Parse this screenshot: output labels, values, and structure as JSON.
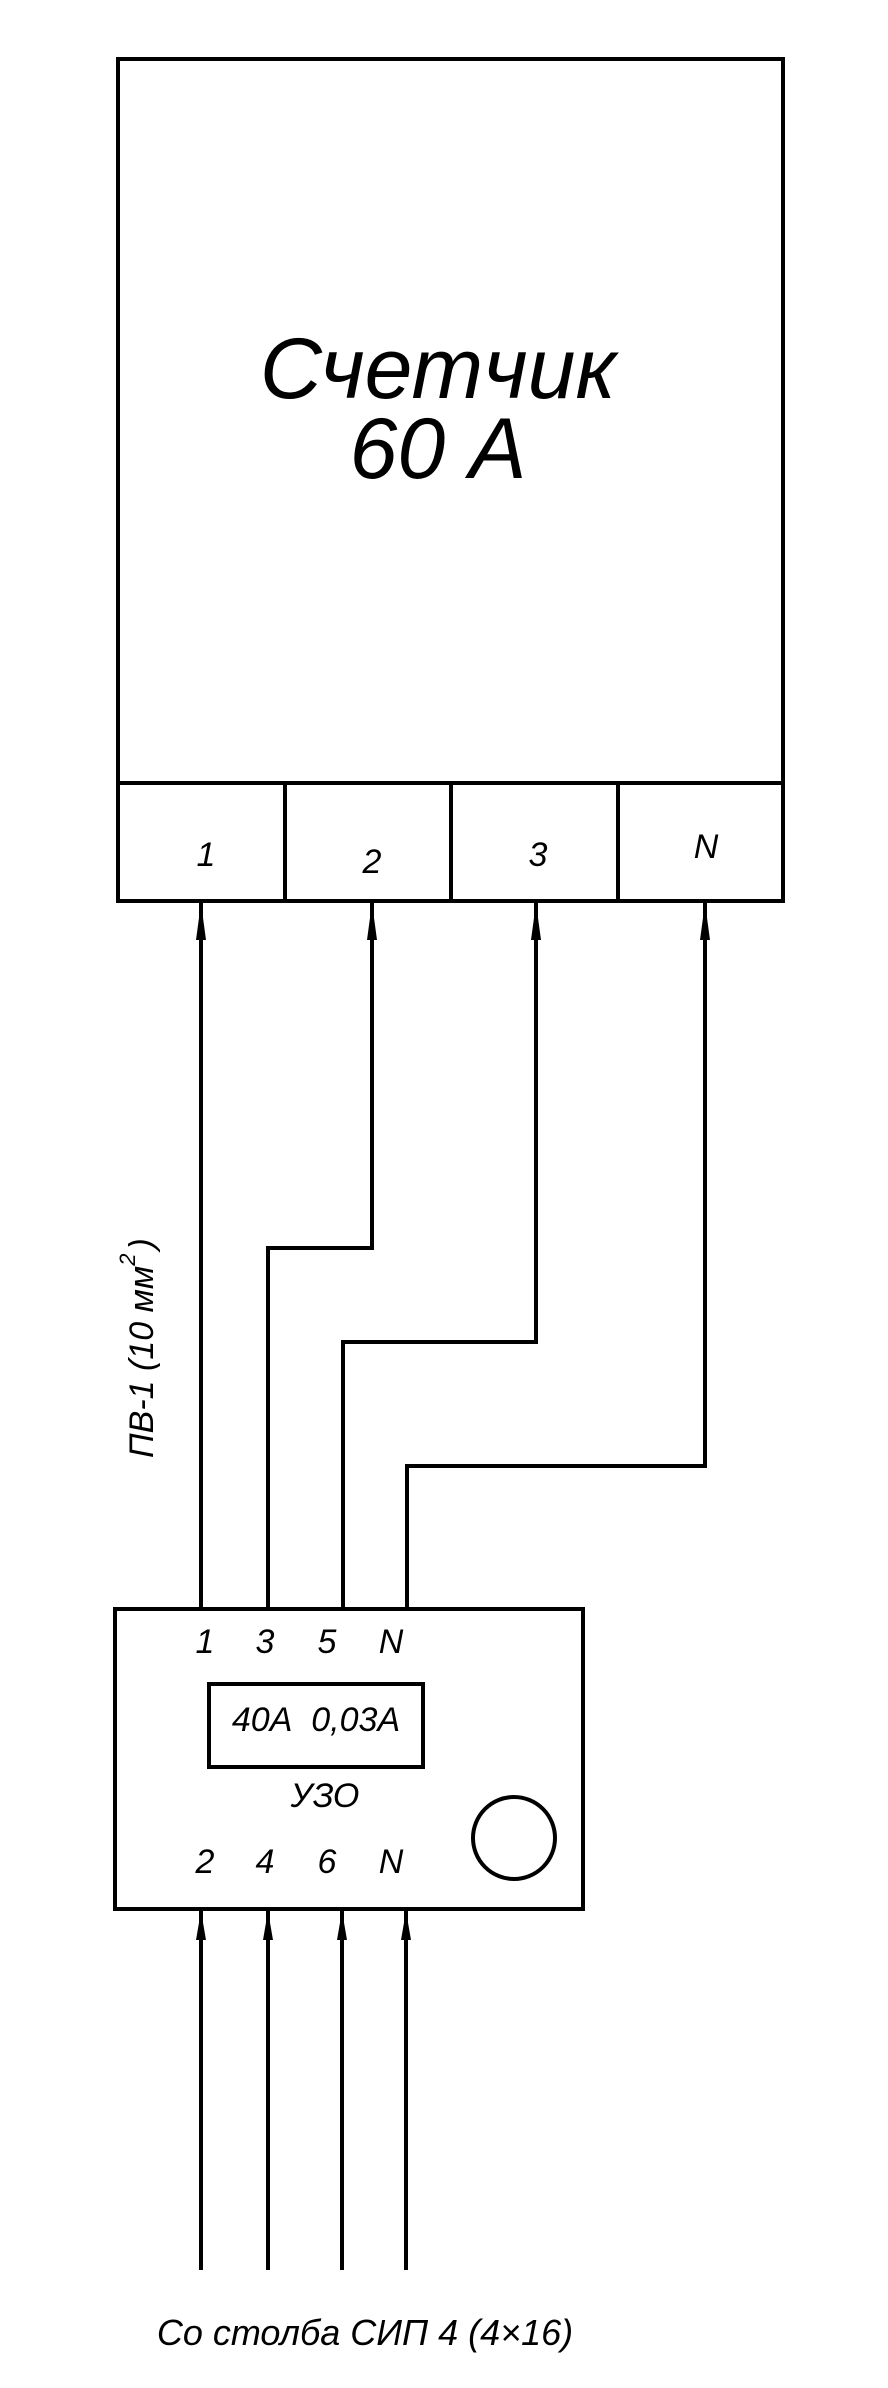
{
  "meter": {
    "title": "Счетчик",
    "rating": "60 А",
    "terminals": [
      "1",
      "2",
      "3",
      "N"
    ]
  },
  "wire_label": {
    "text": "ПВ-1 (10 мм",
    "superscript": "2",
    "close": ")"
  },
  "rcd": {
    "name": "УЗО",
    "ratings": "40А  0,03А",
    "top_terminals": [
      "1",
      "3",
      "5",
      "N"
    ],
    "bottom_terminals": [
      "2",
      "4",
      "6",
      "N"
    ]
  },
  "supply_label": "Со столба СИП 4 (4×16)",
  "colors": {
    "line": "#000000",
    "background": "#ffffff"
  }
}
